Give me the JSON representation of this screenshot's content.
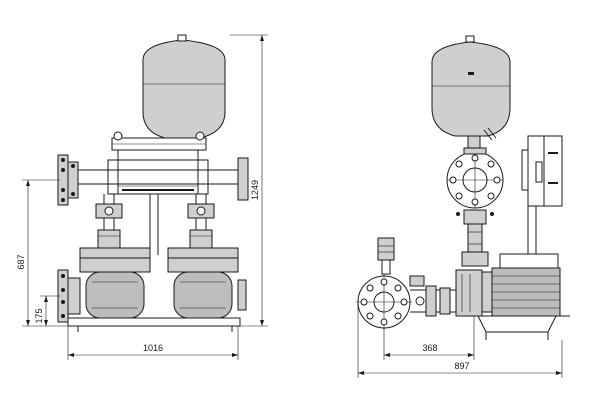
{
  "diagram": {
    "dimensions": {
      "total_height": "1249",
      "inlet_height": "687",
      "base_height": "175",
      "front_width": "1016",
      "pump_offset": "368",
      "side_depth": "897"
    }
  }
}
